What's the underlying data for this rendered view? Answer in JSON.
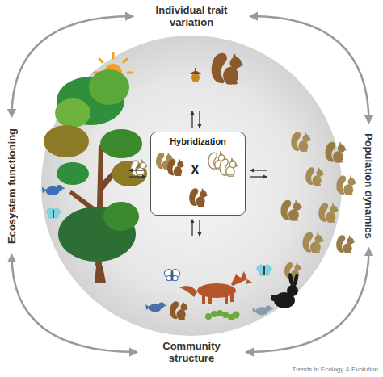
{
  "diagram": {
    "nodes": [
      {
        "text": [
          "Individual trait variation"
        ]
      },
      {
        "text": [
          "Population dynamics"
        ]
      },
      {
        "text": [
          "Community structure"
        ]
      },
      {
        "text": [
          "Ecosystem functioning"
        ]
      },
      {
        "text": [
          "Hybridization",
          "X"
        ]
      }
    ],
    "edges": [
      {
        "from": 0,
        "to": 1,
        "arrow": "both"
      },
      {
        "from": 1,
        "to": 2,
        "arrow": "both"
      },
      {
        "from": 2,
        "to": 3,
        "arrow": "both"
      },
      {
        "from": 3,
        "to": 0,
        "arrow": "both"
      }
    ],
    "labels": [
      "Trends in Ecology & Evolution"
    ]
  }
}
